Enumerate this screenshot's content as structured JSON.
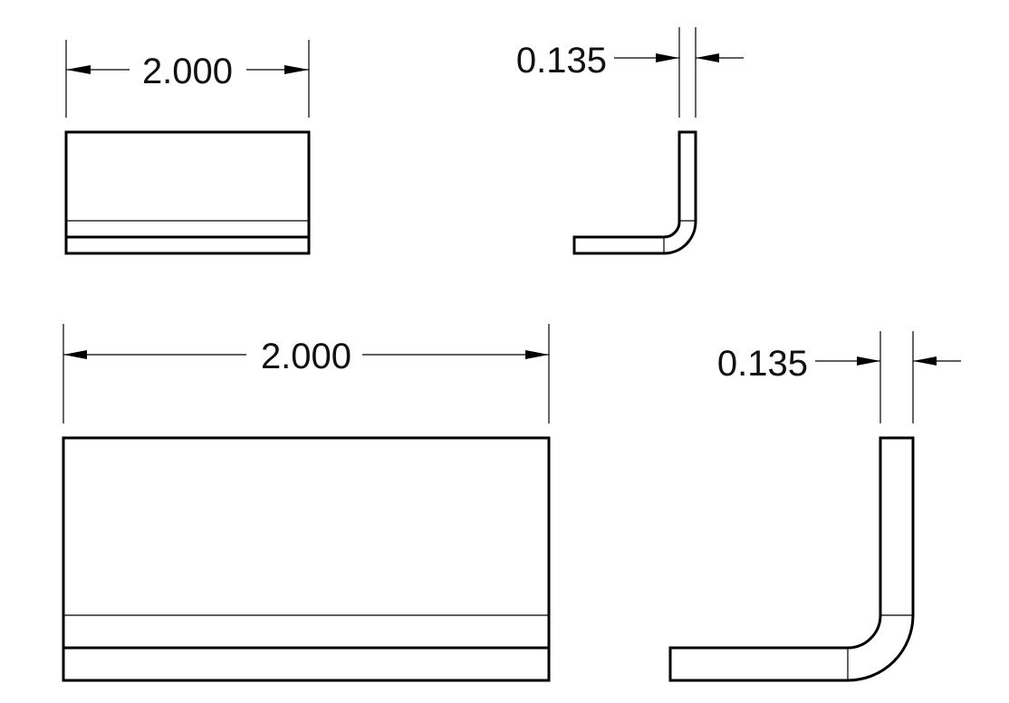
{
  "drawing": {
    "views": [
      {
        "id": "top-front",
        "dimension": {
          "label": "2.000",
          "type": "width"
        }
      },
      {
        "id": "top-side",
        "dimension": {
          "label": "0.135",
          "type": "thickness"
        }
      },
      {
        "id": "bottom-front",
        "dimension": {
          "label": "2.000",
          "type": "width"
        }
      },
      {
        "id": "bottom-side",
        "dimension": {
          "label": "0.135",
          "type": "thickness"
        }
      }
    ],
    "colors": {
      "line": "#000000",
      "background": "#ffffff"
    }
  }
}
